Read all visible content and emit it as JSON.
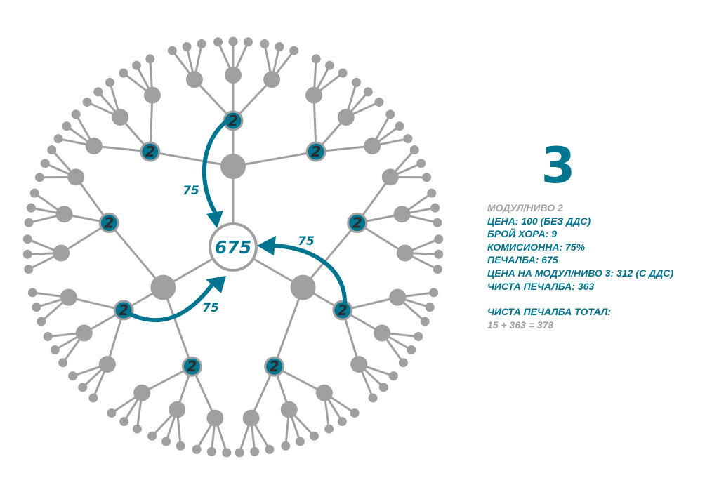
{
  "diagram": {
    "center_label": "675",
    "level2_label": "2",
    "arrow_label": "75",
    "colors": {
      "accent": "#00758f",
      "node": "#a0a0a0",
      "text_dark": "#2b2b2b"
    }
  },
  "panel": {
    "level_number": "3",
    "heading": "МОДУЛ/НИВО 2",
    "lines": [
      "ЦЕНА: 100 (БЕЗ ДДС)",
      "БРОЙ ХОРА: 9",
      "КОМИСИОННА: 75%",
      "ПЕЧАЛБА: 675",
      "ЦЕНА НА МОДУЛ/НИВО 3: 312 (С ДДС)",
      "ЧИСТА ПЕЧАЛБА: 363"
    ],
    "total_label": "ЧИСТА ПЕЧАЛБА ТОТАЛ:",
    "total_value": "15 + 363 = 378"
  }
}
